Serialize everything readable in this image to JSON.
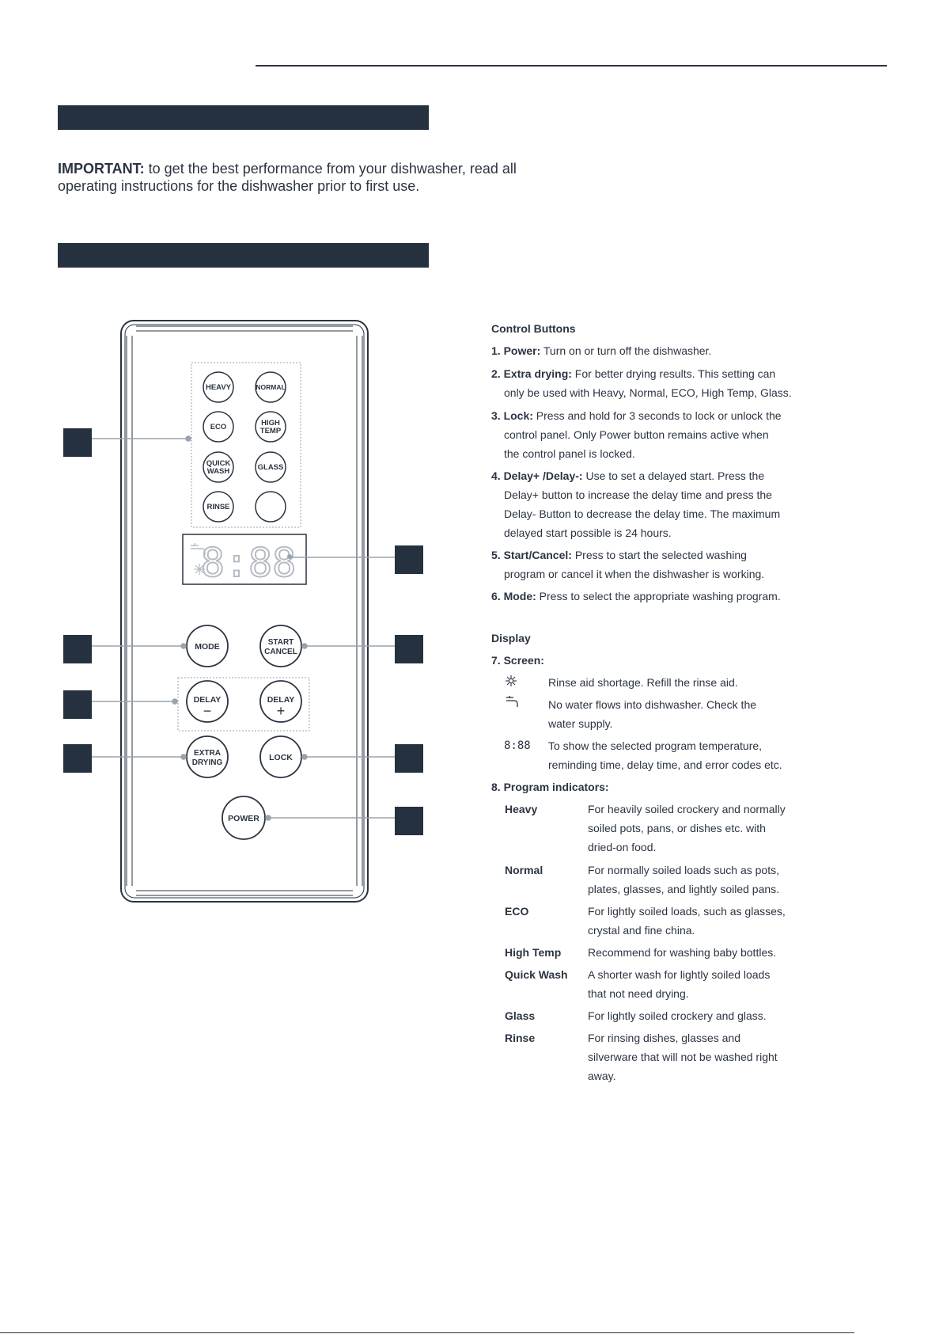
{
  "important": {
    "label": "IMPORTANT:",
    "text": " to get the best performance from your dishwasher, read all operating instructions for the dishwasher prior to first use."
  },
  "panel": {
    "buttons": {
      "heavy": "HEAVY",
      "normal": "NORMAL",
      "eco": "ECO",
      "high_temp": [
        "HIGH",
        "TEMP"
      ],
      "quick_wash": [
        "QUICK",
        "WASH"
      ],
      "glass": "GLASS",
      "rinse": "RINSE",
      "mode": "MODE",
      "start_cancel": [
        "START",
        "CANCEL"
      ],
      "delay_minus": [
        "DELAY",
        "−"
      ],
      "delay_plus": [
        "DELAY",
        "+"
      ],
      "extra_drying": [
        "EXTRA",
        "DRYING"
      ],
      "lock": "LOCK",
      "power": "POWER"
    },
    "display_digits": "8:88"
  },
  "control": {
    "heading": "Control Buttons",
    "items": [
      {
        "label": "1. Power:",
        "lines": [
          " Turn on or turn off the dishwasher."
        ]
      },
      {
        "label": "2. Extra drying:",
        "lines": [
          " For better drying results. This setting can",
          "only be used with Heavy, Normal, ECO, High Temp, Glass."
        ]
      },
      {
        "label": "3. Lock:",
        "lines": [
          " Press and hold for 3 seconds to lock or unlock the",
          "control panel. Only Power button remains active when",
          "the control panel is locked."
        ]
      },
      {
        "label": "4. Delay+ /Delay-:",
        "lines": [
          " Use to set a delayed start. Press the",
          "Delay+ button to increase the delay time and press the",
          "Delay- Button to decrease the delay time. The maximum",
          "delayed start possible is 24 hours."
        ]
      },
      {
        "label": "5. Start/Cancel:",
        "lines": [
          " Press to start the selected washing",
          "program or cancel it when the dishwasher is working."
        ]
      },
      {
        "label": "6. Mode:",
        "lines": [
          " Press to select the appropriate washing program."
        ]
      }
    ]
  },
  "display": {
    "heading": "Display",
    "screen_label": "7. Screen:",
    "screen_items": [
      {
        "icon": "rinse-aid-icon",
        "lines": [
          "Rinse aid shortage. Refill the rinse aid."
        ]
      },
      {
        "icon": "water-tap-icon",
        "lines": [
          "No water flows into dishwasher. Check the",
          "water supply."
        ]
      },
      {
        "icon": "digits-icon",
        "icon_text": "8:88",
        "lines": [
          "To show the selected program temperature,",
          "reminding time, delay time, and error codes etc."
        ]
      }
    ],
    "program_label": "8. Program indicators:",
    "programs": [
      {
        "name": "Heavy",
        "lines": [
          "For heavily soiled crockery and normally",
          "soiled pots, pans, or dishes etc. with",
          "dried-on food."
        ]
      },
      {
        "name": "Normal",
        "lines": [
          "For normally soiled loads such as pots,",
          "plates, glasses, and lightly soiled pans."
        ]
      },
      {
        "name": "ECO",
        "lines": [
          "For lightly soiled loads, such as glasses,",
          "crystal and fine china."
        ]
      },
      {
        "name": "High Temp",
        "lines": [
          "Recommend for washing baby bottles."
        ]
      },
      {
        "name": "Quick Wash",
        "lines": [
          "A shorter wash for lightly soiled loads",
          "that not need drying."
        ]
      },
      {
        "name": "Glass",
        "lines": [
          "For lightly soiled crockery and glass."
        ]
      },
      {
        "name": "Rinse",
        "lines": [
          "For rinsing dishes, glasses and",
          "silverware that will not be washed right",
          "away."
        ]
      }
    ]
  }
}
